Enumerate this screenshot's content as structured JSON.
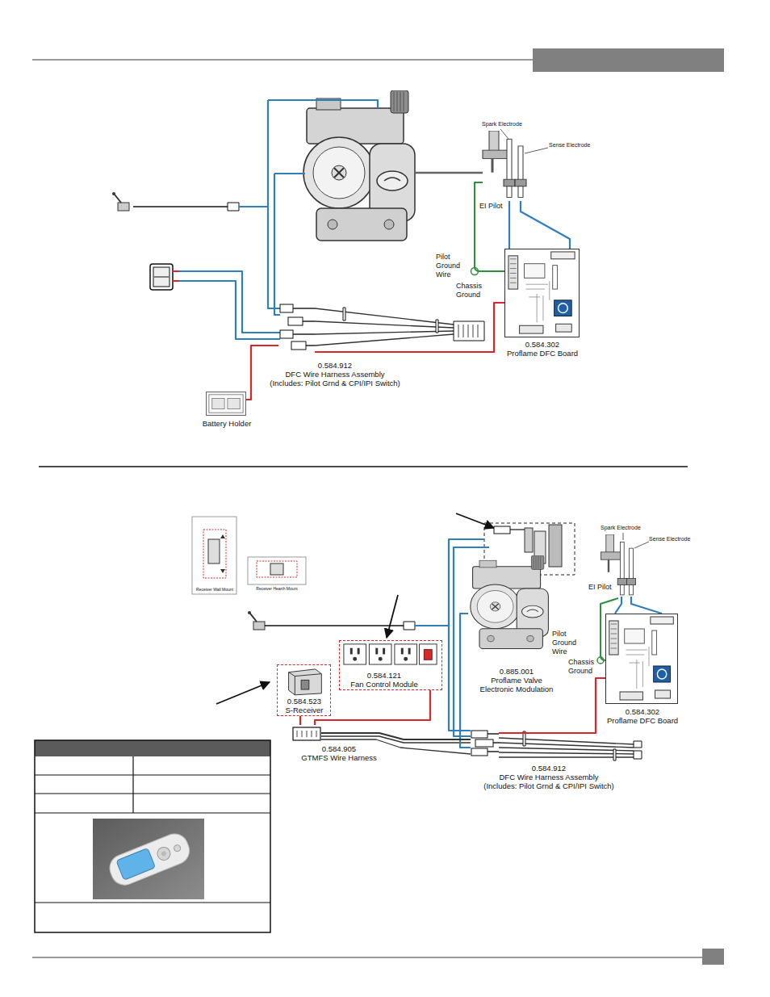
{
  "diagram": {
    "nodes": [
      {
        "text": [
          "0.584.302",
          "Proflame DFC Board"
        ]
      },
      {
        "text": [
          "0.584.912",
          "DFC Wire Harness Assembly",
          "(Includes: Pilot Grnd & CPI/IPI Switch)"
        ]
      },
      {
        "text": [
          "Battery Holder"
        ]
      },
      {
        "text": [
          "0.885.001",
          "Proflame Valve Electronic Modulation"
        ]
      },
      {
        "text": [
          "0.584.302",
          "Proflame DFC Board"
        ]
      },
      {
        "text": [
          "0.584.121",
          "Fan Control Module"
        ]
      },
      {
        "text": [
          "0.584.523",
          "S-Receiver"
        ]
      },
      {
        "text": [
          "0.584.905",
          "GTMFS Wire Harness"
        ]
      },
      {
        "text": [
          "0.584.912",
          "DFC Wire Harness Assembly",
          "(Includes: Pilot Grnd & CPI/IPI Switch)"
        ]
      }
    ],
    "edges": [
      {
        "from": 2,
        "to": 1,
        "arrow": "none"
      },
      {
        "from": 1,
        "to": 0,
        "arrow": "none"
      },
      {
        "from": 3,
        "to": 8,
        "arrow": "none"
      },
      {
        "from": 6,
        "to": 7,
        "arrow": "none"
      },
      {
        "from": 5,
        "to": 7,
        "arrow": "none"
      },
      {
        "from": 7,
        "to": 8,
        "arrow": "none"
      },
      {
        "from": 8,
        "to": 4,
        "arrow": "none"
      }
    ],
    "labels": [
      "Spark Electrode",
      "Sense Electrode",
      "EI Pilot",
      "Pilot Ground Wire",
      "Chassis Ground",
      "Receiver Wall Mount",
      "Receiver Hearth Mount",
      "Spark Electrode",
      "Sense Electrode",
      "EI Pilot",
      "Pilot Ground Wire",
      "Chassis Ground"
    ]
  }
}
